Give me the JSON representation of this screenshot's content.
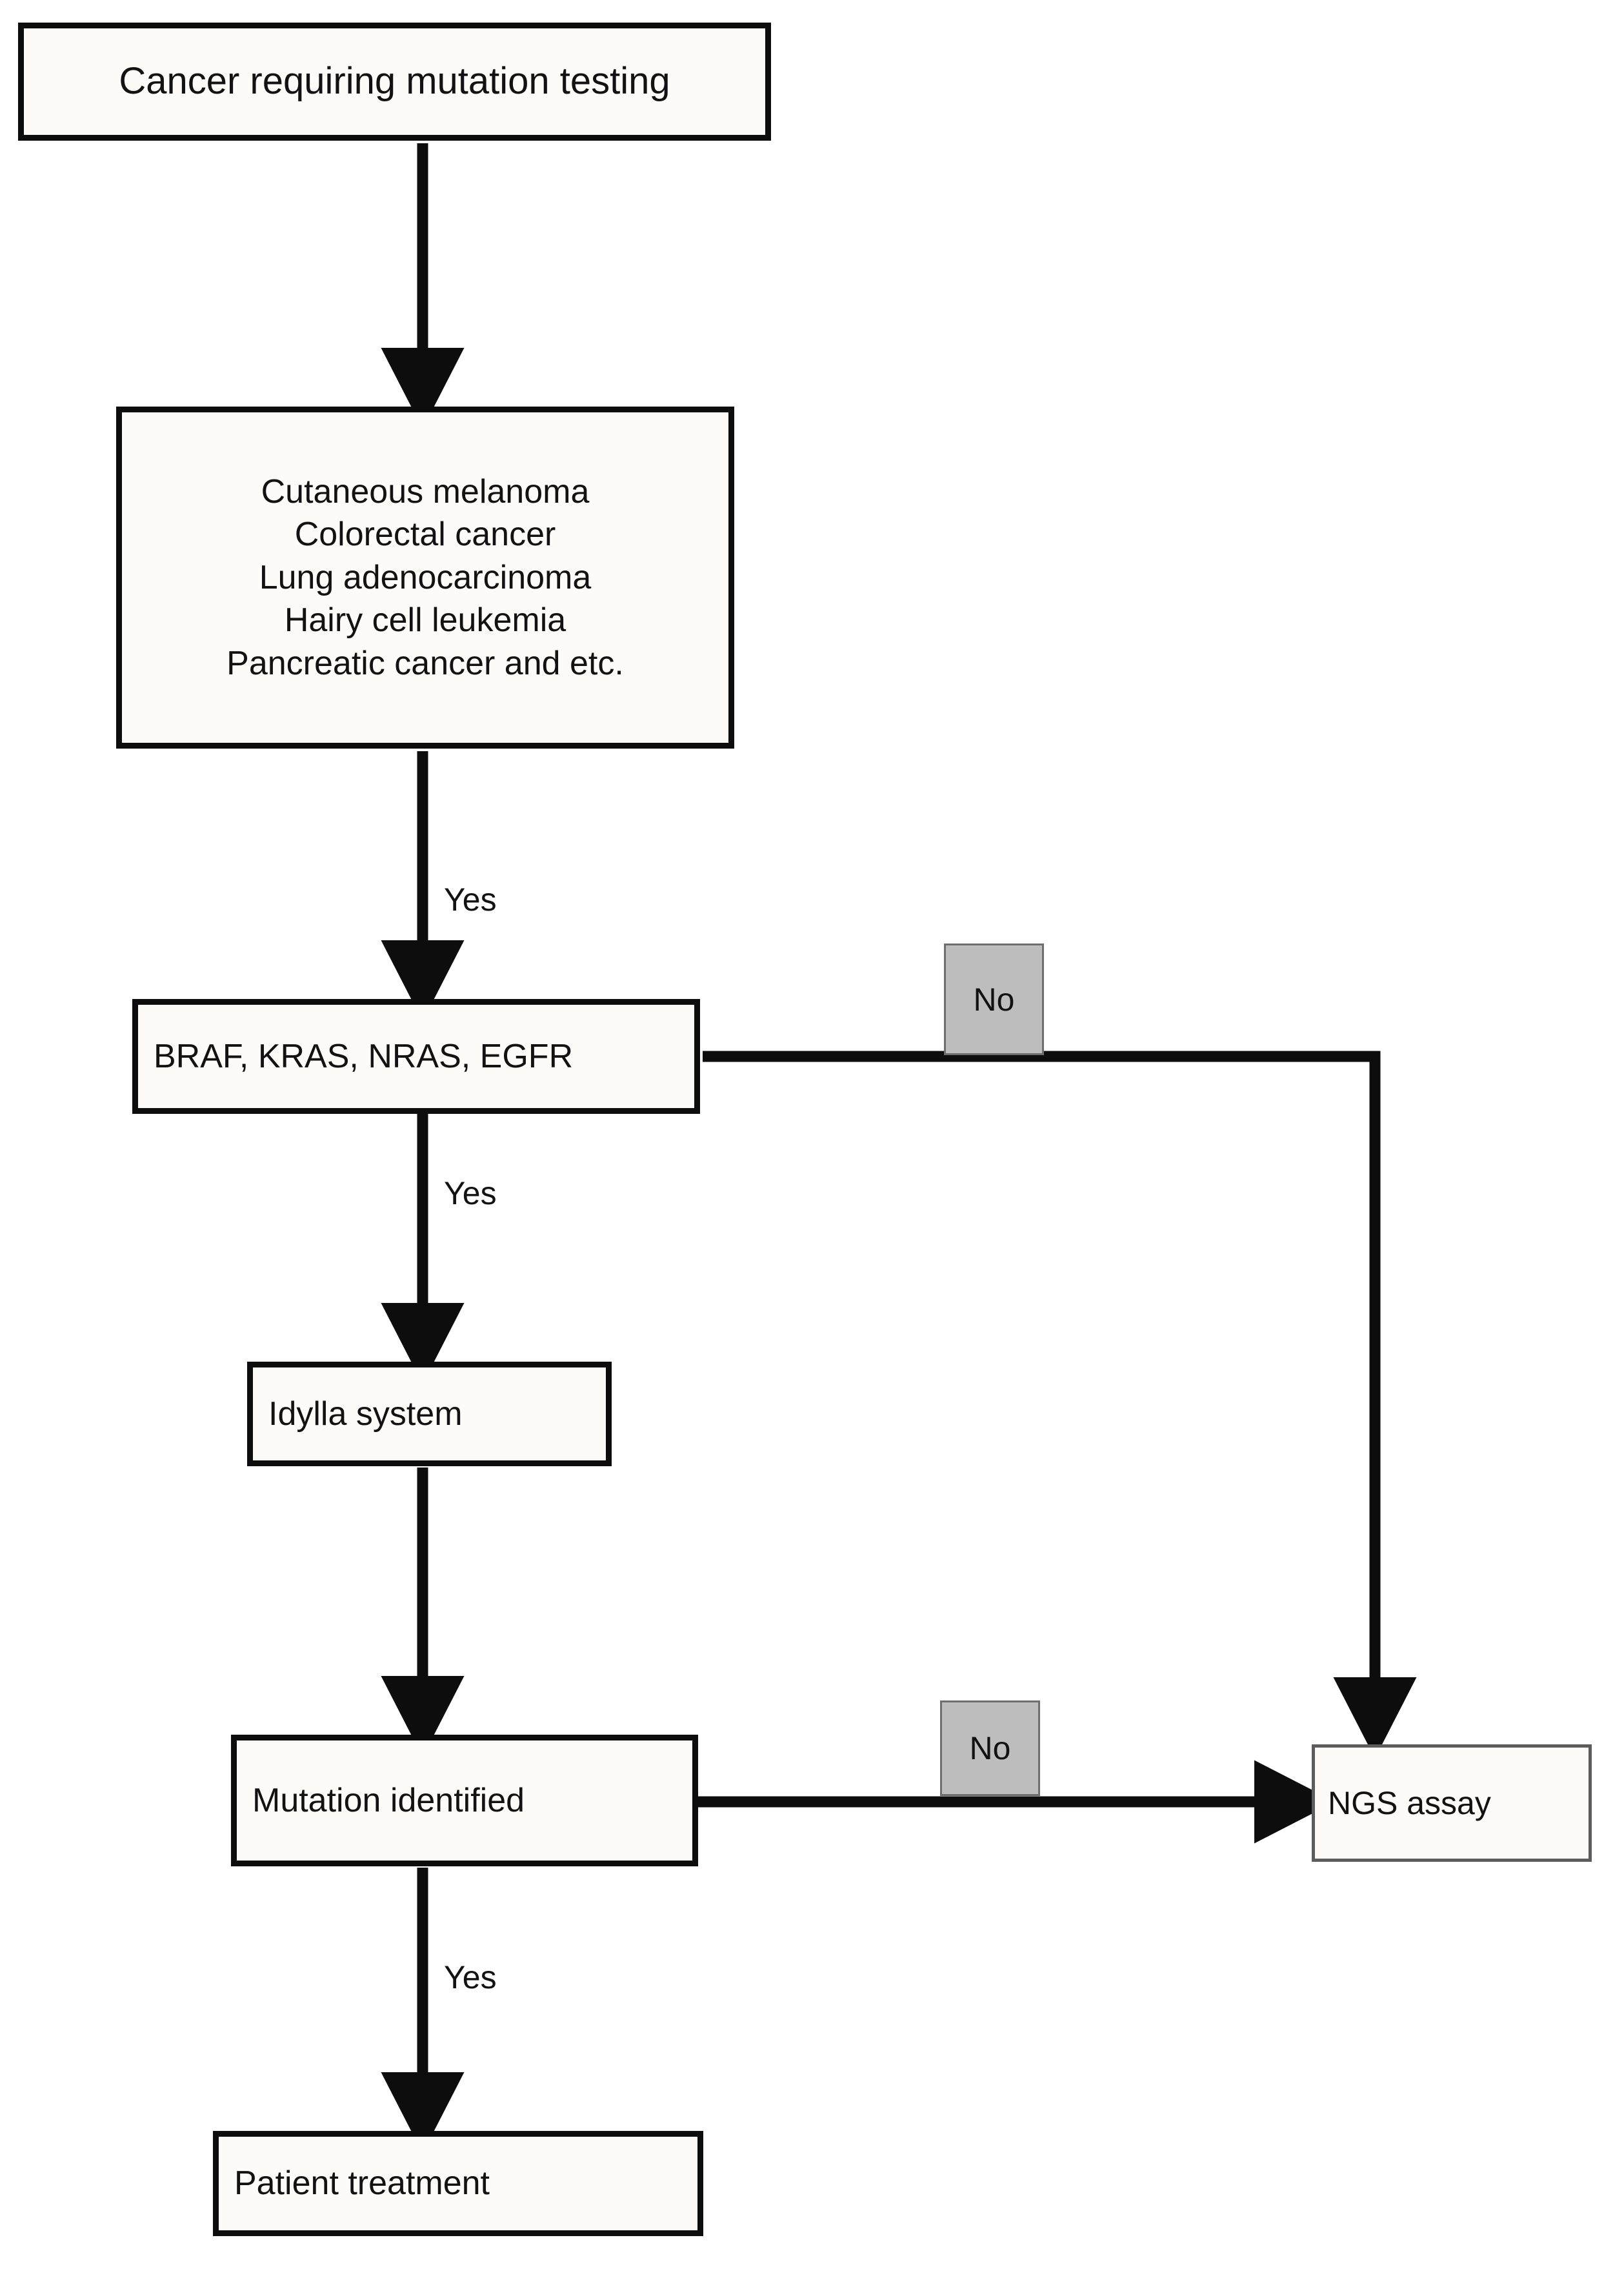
{
  "diagram": {
    "title": "Cancer mutation testing decision flowchart",
    "colors": {
      "box_fill": "#fdfbf7",
      "box_border": "#0d0d0d",
      "thin_box_border": "#5c5c5c",
      "chip_fill": "#bdbdbd",
      "chip_border": "#6e6e6e",
      "text": "#121212",
      "background": "#ffffff"
    },
    "nodes": {
      "start": {
        "label": "Cancer requiring mutation testing"
      },
      "cancer_types": {
        "lines": [
          "Cutaneous melanoma",
          "Colorectal cancer",
          "Lung adenocarcinoma",
          "Hairy cell leukemia",
          "Pancreatic cancer and etc."
        ]
      },
      "gene_panel": {
        "label": "BRAF, KRAS, NRAS, EGFR"
      },
      "idylla": {
        "label": "Idylla system"
      },
      "mutation_identified": {
        "label": "Mutation identified"
      },
      "ngs_assay": {
        "label": "NGS assay"
      },
      "patient_treatment": {
        "label": "Patient treatment"
      }
    },
    "edge_labels": {
      "yes_to_gene_panel": "Yes",
      "yes_to_idylla": "Yes",
      "yes_to_treatment": "Yes",
      "no_gene_panel": "No",
      "no_mutation": "No"
    }
  }
}
